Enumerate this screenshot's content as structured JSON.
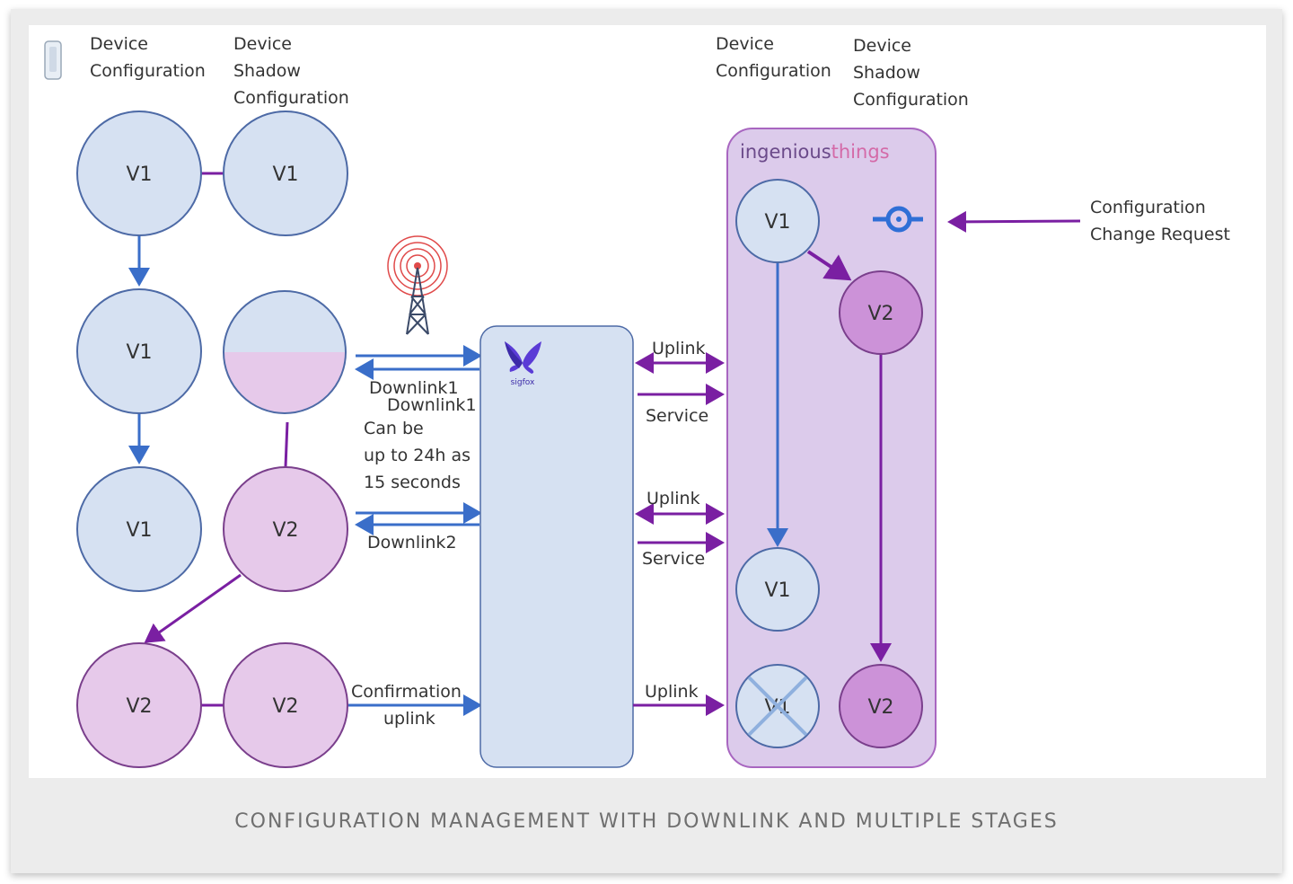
{
  "caption": "CONFIGURATION MANAGEMENT WITH DOWNLINK AND MULTIPLE STAGES",
  "left_headers": {
    "device_config": [
      "Device",
      "Configuration"
    ],
    "shadow_config": [
      "Device",
      "Shadow",
      "Configuration"
    ]
  },
  "right_headers": {
    "device_config": [
      "Device",
      "Configuration"
    ],
    "shadow_config": [
      "Device",
      "Shadow",
      "Configuration"
    ]
  },
  "nodes": {
    "l1_dev": "V1",
    "l1_shadow": "V1",
    "l2_dev": "V1",
    "l3_dev": "V1",
    "l3_shadow": "V2",
    "l4_dev": "V2",
    "l4_shadow": "V2",
    "r1_v1": "V1",
    "r1_v2": "V2",
    "r2_v1": "V1",
    "r3_v1": "V1",
    "r3_v2": "V2"
  },
  "links": {
    "downlink1_a": "Downlink1",
    "downlink1_b": "Downlink1",
    "can_be": [
      "Can be",
      "up to 24h as",
      "15 seconds"
    ],
    "downlink2": "Downlink2",
    "confirmation": [
      "Confirmation",
      "uplink"
    ],
    "uplink_1": "Uplink",
    "service_1": "Service",
    "uplink_2": "Uplink",
    "service_2": "Service",
    "uplink_3": "Uplink"
  },
  "brand": {
    "ingenious_a": "ingenious",
    "ingenious_b": "things",
    "sigfox": "sigfox"
  },
  "config_request": [
    "Configuration",
    "Change Request"
  ],
  "colors": {
    "blue_node_fill": "#d6e1f2",
    "blue_node_stroke": "#4d6aa6",
    "purple_node_fill": "#e6c9ea",
    "purple_node_stroke": "#7a3f8c",
    "blue_arrow": "#3a6ec9",
    "purple_arrow": "#7a1fa2",
    "panel_fill": "#dccbeb",
    "panel_stroke": "#a866c0"
  }
}
